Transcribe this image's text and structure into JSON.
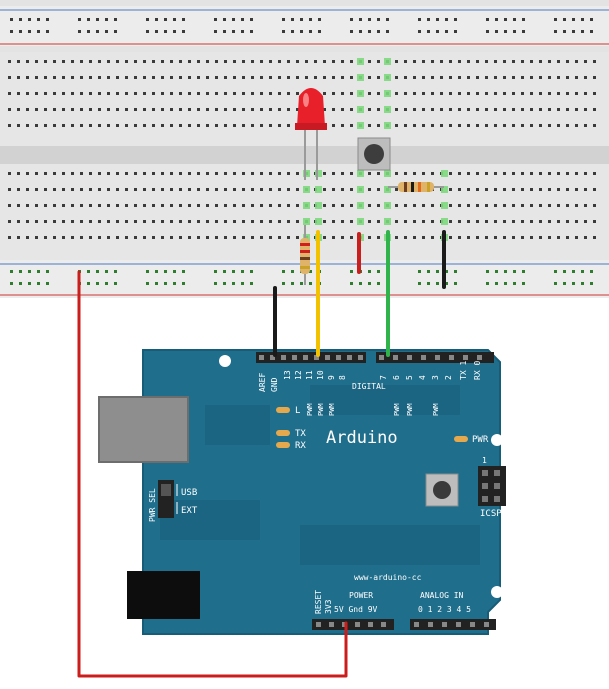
{
  "board": {
    "brand": "Arduino",
    "url": "www-arduino-cc",
    "top_labels": {
      "aref": "AREF",
      "gnd": "GND",
      "pins": [
        "13",
        "12",
        "11",
        "10",
        "9",
        "8",
        "7",
        "6",
        "5",
        "4",
        "3",
        "2",
        "TX 1",
        "RX 0"
      ],
      "digital": "DIGITAL",
      "pwm": "PWM"
    },
    "leds": {
      "l": "L",
      "tx": "TX",
      "rx": "RX",
      "pwr": "PWR"
    },
    "pwr_sel": {
      "label": "PWR SEL",
      "usb": "USB",
      "ext": "EXT"
    },
    "icsp": {
      "label": "ICSP",
      "one": "1"
    },
    "power": {
      "reset": "RESET",
      "v33": "3V3",
      "title": "POWER",
      "pins": "5V Gnd 9V"
    },
    "analog": {
      "title": "ANALOG IN",
      "pins": "0 1 2 3 4 5"
    }
  },
  "colors": {
    "board": "#1f6e8c",
    "board_dark": "#175a74",
    "breadboard": "#e6e6e6",
    "hole": "#3a3a3a",
    "highlight": "#7dd87d",
    "wire_red": "#cc1d1d",
    "wire_black": "#1a1a1a",
    "wire_yellow": "#f2c200",
    "wire_green": "#2fb34a",
    "led": "#e8202a"
  }
}
